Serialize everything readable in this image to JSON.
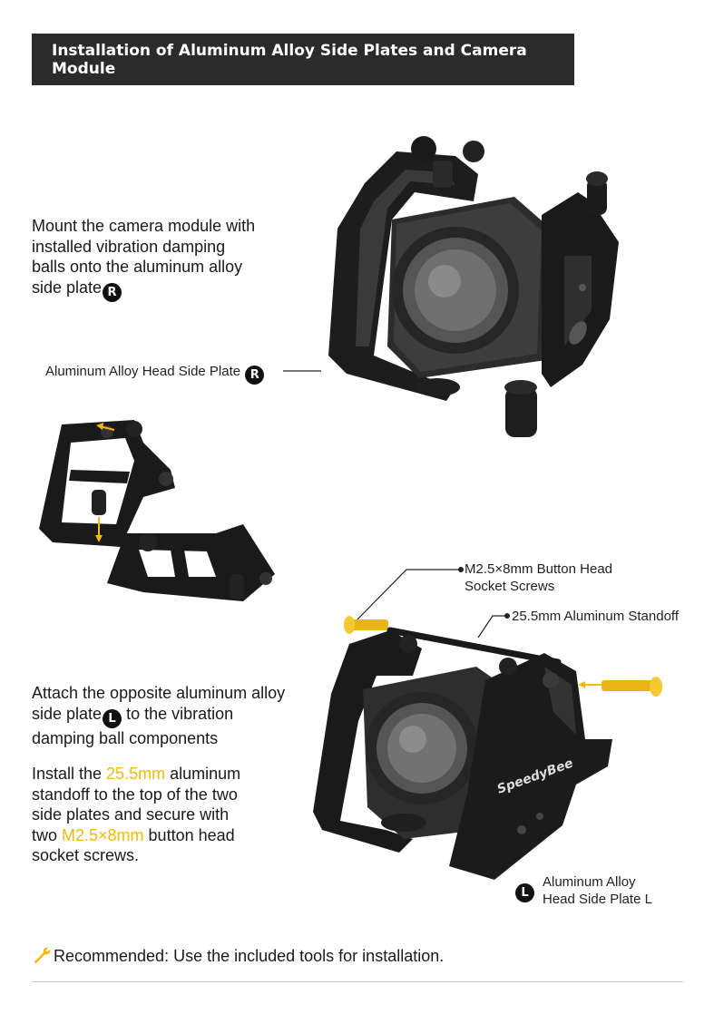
{
  "header": {
    "title": "Installation of Aluminum Alloy Side Plates and Camera Module"
  },
  "step1": {
    "lines": [
      "Mount the camera module with",
      "installed vibration damping",
      "balls onto the aluminum alloy"
    ],
    "last_line": "side plate",
    "badge": "R"
  },
  "callout_right_plate": {
    "label": "Aluminum Alloy Head Side Plate",
    "badge": "R"
  },
  "callout_screws": {
    "line1": "M2.5×8mm Button Head",
    "line2": "Socket Screws"
  },
  "callout_standoff": {
    "label": "25.5mm Aluminum Standoff"
  },
  "step2": {
    "line1": "Attach the opposite aluminum alloy",
    "line2_pre": "side plate",
    "badge": "L",
    "line2_post": " to the vibration",
    "line3": "damping ball components"
  },
  "step3": {
    "l1_pre": "Install the ",
    "l1_hl": "25.5mm",
    "l1_post": " aluminum",
    "l2": "standoff to the top of the two",
    "l3": "side plates and secure with",
    "l4_pre": "two ",
    "l4_hl": "M2.5×8mm",
    "l4_post": " button head",
    "l5": "socket screws."
  },
  "callout_left_plate": {
    "badge": "L",
    "line1": "Aluminum Alloy",
    "line2": "Head Side Plate L"
  },
  "product": {
    "brand_text": "SpeedyBee"
  },
  "footer": {
    "tip": "Recommended: Use the included tools for installation.",
    "icon": "wrench-icon"
  },
  "colors": {
    "accent": "#f4b90b",
    "title_bg": "#2b2b2b",
    "text": "#1a1a1a"
  }
}
